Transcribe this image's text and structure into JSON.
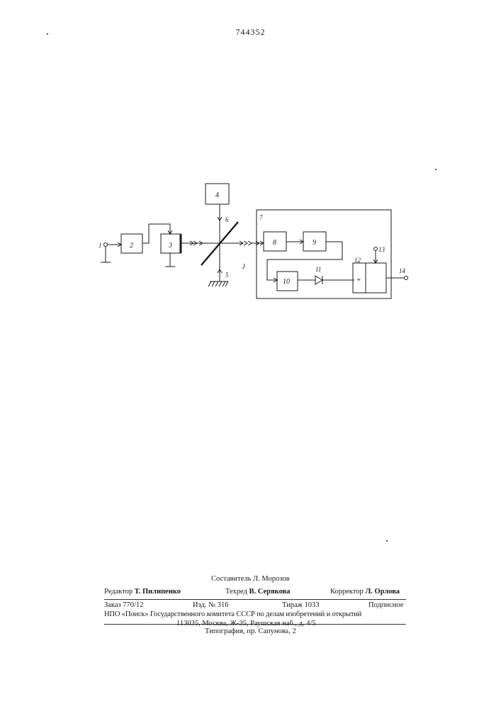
{
  "page_number": "744352",
  "diagram": {
    "blocks": [
      "2",
      "3",
      "4",
      "8",
      "9",
      "10"
    ],
    "labels": {
      "n1": "1",
      "n5": "5",
      "n6": "6",
      "n7": "7",
      "n11": "11",
      "n12": "12",
      "n13": "13",
      "n14": "14"
    },
    "summer_sign": "+"
  },
  "credits": {
    "compiler": "Составитель Л. Морозов",
    "editor_prefix": "Редактор",
    "editor_name": "Т. Пилипенко",
    "techred_prefix": "Техред",
    "techred_name": "В. Серякова",
    "corrector_prefix": "Корректор",
    "corrector_name": "Л. Орлова"
  },
  "imprint": {
    "order": "Заказ 770/12",
    "edition": "Изд. № 316",
    "circulation": "Тираж 1033",
    "subscription": "Подписное",
    "org": "НПО «Поиск» Государственного комитета СССР по делам изобретений и открытий",
    "address": "113035, Москва, Ж-35, Раушская наб., д. 4/5",
    "printer": "Типография, пр. Сапунова, 2"
  }
}
